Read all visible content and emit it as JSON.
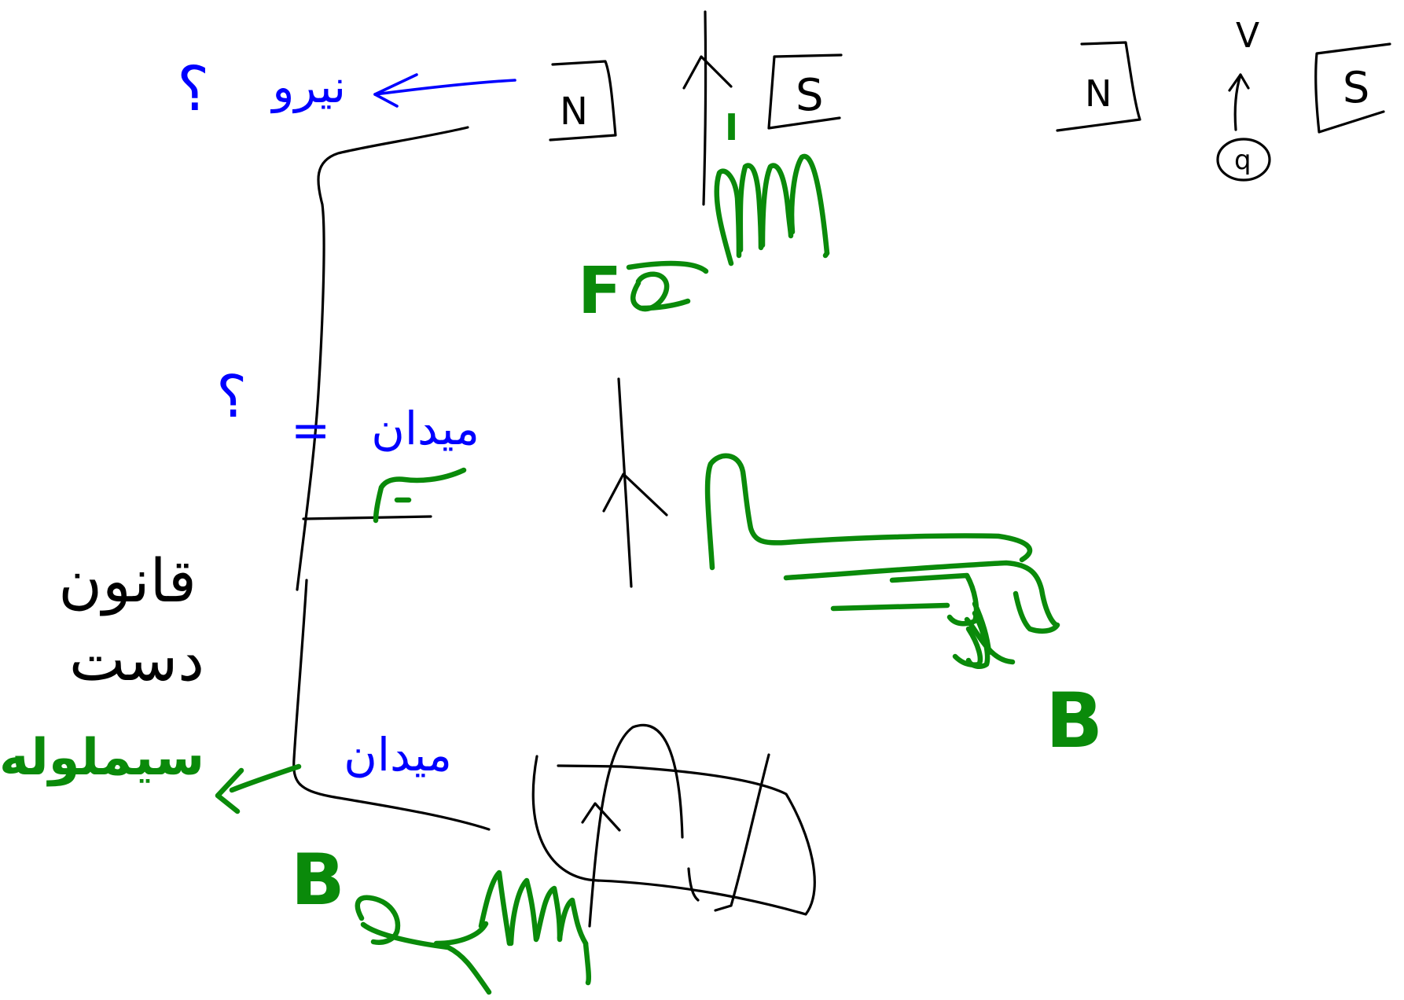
{
  "colors": {
    "ink_black": "#000000",
    "ink_blue": "#0000ff",
    "ink_green": "#0a8a0a",
    "background": "#ffffff"
  },
  "labels": {
    "force_word": "نیرو",
    "force_question": "؟",
    "field_word_top": "میدان",
    "field_equals": "=",
    "field_question": "؟",
    "field_word_bottom": "میدان",
    "law_line1": "قانون",
    "law_line2": "دست",
    "solenoid_word": "سیملوله",
    "magnet_left_n": "N",
    "magnet_left_s": "S",
    "magnet_right_n": "N",
    "magnet_right_s": "S",
    "velocity_v": "V",
    "charge_q": "q",
    "current_i": "I",
    "symbol_f": "F",
    "symbol_b_right": "B",
    "symbol_b_bottom": "B"
  }
}
